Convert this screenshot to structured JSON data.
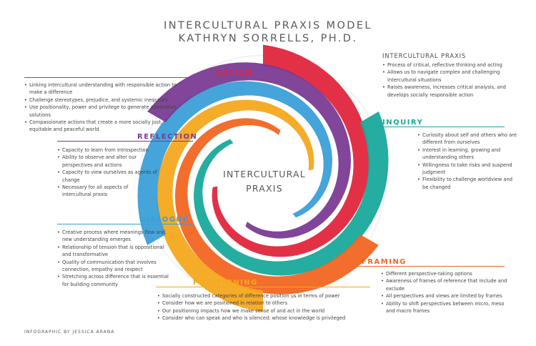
{
  "title_line1": "INTERCULTURAL PRAXIS MODEL",
  "title_line2": "KATHRYN SORRELLS, PH.D.",
  "center_line1": "INTERCULTURAL",
  "center_line2": "PRAXIS",
  "credit": "INFOGRAPHIC BY JESSICA ARANA",
  "colors": {
    "action": "#e0263c",
    "inquiry": "#18a99b",
    "framing": "#f26522",
    "positioning": "#f4a81d",
    "dialogue": "#3b9fd8",
    "reflection": "#7a3b93"
  },
  "praxis": {
    "heading": "INTERCULTURAL PRAXIS",
    "items": [
      "Process of critical, reflective thinking and acting",
      "Allows us to navigate complex and challenging intercultural situations",
      "Raises awareness, increases critical analysis, and develops socially responsible action"
    ]
  },
  "action": {
    "heading": "ACTION",
    "items": [
      "Linking intercultural understanding with responsible action to make a difference",
      "Challenge stereotypes, prejudice, and systemic inequities",
      "Use positionality, power and privilege to generate alternative solutions",
      "Compassionate actions that create a more socially just, equitable and peaceful world"
    ]
  },
  "inquiry": {
    "heading": "INQUIRY",
    "items": [
      "Curiosity about self and others who are different from ourselves",
      "Interest in learning, growing and understanding others",
      "Willingness to take risks and suspend judgment",
      "Flexibility to challenge worldview and be changed"
    ]
  },
  "reflection": {
    "heading": "REFLECTION",
    "items": [
      "Capacity to learn from introspection",
      "Ability to observe and alter our perspectives and actions",
      "Capacity to view ourselves as agents of change",
      "Necessary for all aspects of intercultural praxis"
    ]
  },
  "dialogue": {
    "heading": "DIALOGUE",
    "items": [
      "Creative process where meanings flow and new understanding emerges",
      "Relationship of tension that is oppositional and transformative",
      "Quality of communication that involves connection, empathy and respect",
      "Stretching across difference that is essential for building community"
    ]
  },
  "framing": {
    "heading": "FRAMING",
    "items": [
      "Different perspective-taking options",
      "Awareness of frames of reference that include and exclude",
      "All perspectives and views are limited by frames",
      "Ability to shift perspectives between micro, meso and macro frames"
    ]
  },
  "positioning": {
    "heading": "POSITIONING",
    "items": [
      "Socially constructed categories of difference position us in terms of power",
      "Consider how we are positioned in relation to others",
      "Our positioning impacts how we make sense of and act in the world",
      "Consider who can speak and who is silenced; whose knowledge is privileged"
    ]
  }
}
